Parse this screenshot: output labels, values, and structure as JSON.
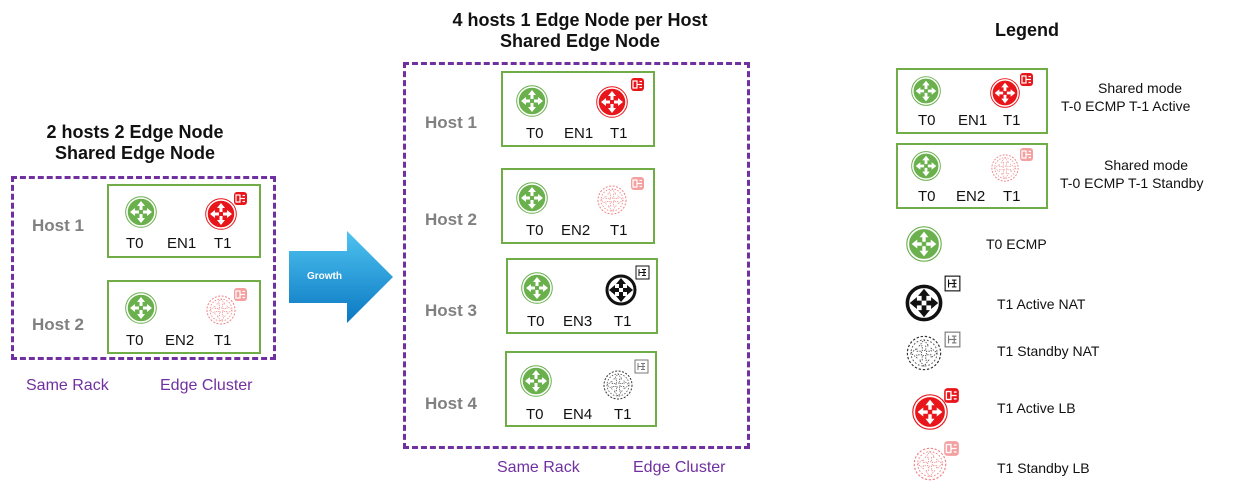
{
  "left": {
    "title_line1": "2 hosts 2 Edge Node",
    "title_line2": "Shared Edge Node",
    "hosts": [
      {
        "label": "Host 1",
        "t0": "T0",
        "en": "EN1",
        "t1": "T1"
      },
      {
        "label": "Host 2",
        "t0": "T0",
        "en": "EN2",
        "t1": "T1"
      }
    ],
    "footer_left": "Same Rack",
    "footer_right": "Edge Cluster"
  },
  "arrow": {
    "label": "Growth",
    "color": "#1e9bd7"
  },
  "middle": {
    "title_line1": "4 hosts 1 Edge Node per Host",
    "title_line2": "Shared Edge Node",
    "hosts": [
      {
        "label": "Host 1",
        "t0": "T0",
        "en": "EN1",
        "t1": "T1"
      },
      {
        "label": "Host 2",
        "t0": "T0",
        "en": "EN2",
        "t1": "T1"
      },
      {
        "label": "Host 3",
        "t0": "T0",
        "en": "EN3",
        "t1": "T1"
      },
      {
        "label": "Host 4",
        "t0": "T0",
        "en": "EN4",
        "t1": "T1"
      }
    ],
    "footer_left": "Same Rack",
    "footer_right": "Edge Cluster"
  },
  "legend": {
    "title": "Legend",
    "items": [
      {
        "t0": "T0",
        "en": "EN1",
        "t1": "T1",
        "line1": "Shared mode",
        "line2": "T-0 ECMP  T-1 Active"
      },
      {
        "t0": "T0",
        "en": "EN2",
        "t1": "T1",
        "line1": "Shared mode",
        "line2": "T-0 ECMP  T-1 Standby"
      },
      {
        "text": "T0 ECMP"
      },
      {
        "text": "T1 Active NAT"
      },
      {
        "text": "T1 Standby NAT"
      },
      {
        "text": "T1 Active LB"
      },
      {
        "text": "T1 Standby LB"
      }
    ]
  },
  "colors": {
    "t0_green": "#6ab04c",
    "active_red": "#e8161a",
    "standby_red": "#f08080",
    "cluster_purple": "#7030a0",
    "node_border": "#70ad47",
    "host_gray": "#808080"
  }
}
